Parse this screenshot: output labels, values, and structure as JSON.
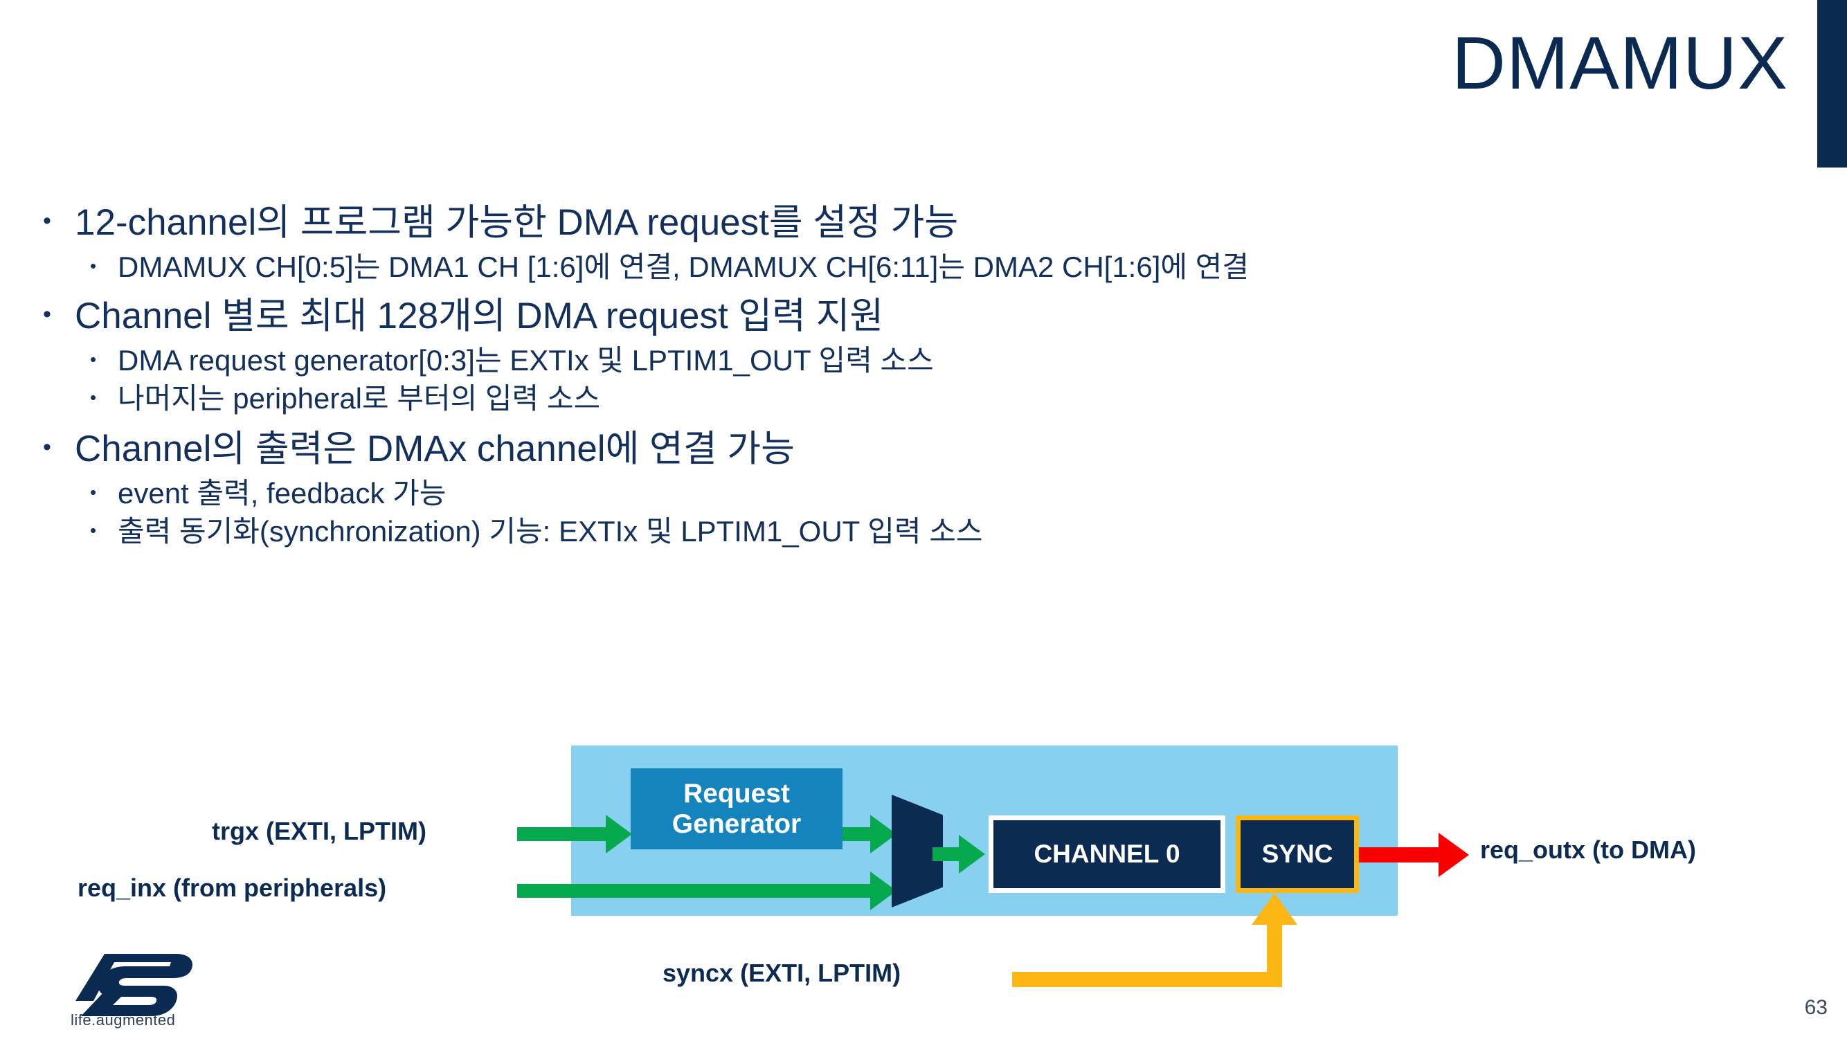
{
  "slide": {
    "title": "DMAMUX",
    "page_number": "63",
    "accent_color": "#0a2a52"
  },
  "bullets": [
    {
      "level": 1,
      "marker": "•",
      "text": "12-channel의 프로그램 가능한 DMA request를 설정 가능"
    },
    {
      "level": 2,
      "marker": "•",
      "text": "DMAMUX CH[0:5]는 DMA1 CH [1:6]에 연결, DMAMUX CH[6:11]는 DMA2 CH[1:6]에 연결"
    },
    {
      "level": 1,
      "marker": "•",
      "text": "Channel 별로 최대 128개의 DMA request 입력 지원"
    },
    {
      "level": 2,
      "marker": "•",
      "text": "DMA request generator[0:3]는 EXTIx 및 LPTIM1_OUT 입력 소스"
    },
    {
      "level": 2,
      "marker": "•",
      "text": "나머지는 peripheral로 부터의 입력 소스"
    },
    {
      "level": 1,
      "marker": "•",
      "text": "Channel의 출력은 DMAx channel에 연결 가능"
    },
    {
      "level": 2,
      "marker": "•",
      "text": "event 출력, feedback 가능"
    },
    {
      "level": 2,
      "marker": "•",
      "text": "출력 동기화(synchronization) 기능: EXTIx 및 LPTIM1_OUT 입력 소스"
    }
  ],
  "diagram": {
    "panel_color": "#87d0ef",
    "blocks": {
      "request_generator_line1": "Request",
      "request_generator_line2": "Generator",
      "request_generator_color": "#1584bd",
      "mux_color": "#0b2b52",
      "channel": "CHANNEL 0",
      "channel_border_color": "#ffffff",
      "sync": "SYNC",
      "sync_border_color": "#fdb714",
      "block_fill_color": "#0b2b52"
    },
    "labels": {
      "trgx": "trgx (EXTI, LPTIM)",
      "req_inx": "req_inx (from peripherals)",
      "req_outx": "req_outx (to DMA)",
      "syncx": "syncx (EXTI, LPTIM)"
    },
    "signal_colors": {
      "input_arrow": "#07a94e",
      "output_arrow": "#f90000",
      "sync_arrow": "#fdb714"
    }
  },
  "branding": {
    "tagline": "life.augmented"
  }
}
